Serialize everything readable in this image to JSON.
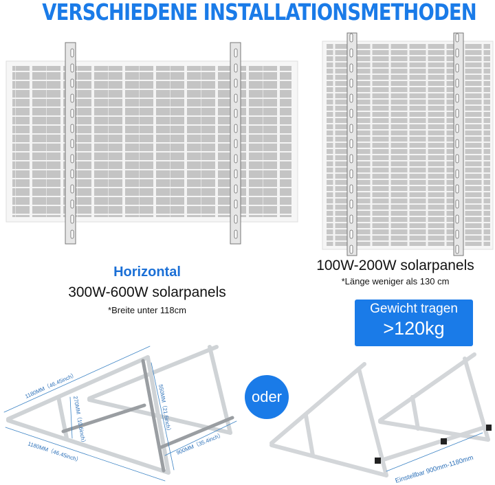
{
  "title": "VERSCHIEDENE INSTALLATIONSMETHODEN",
  "horizontal": {
    "label": "Horizontal",
    "wattage": "300W-600W solarpanels",
    "note": "*Breite unter 118cm"
  },
  "vertical": {
    "wattage": "100W-200W solarpanels",
    "note": "*Länge weniger als 130 cm"
  },
  "weight_badge": {
    "line1": "Gewicht tragen",
    "line2": ">120kg"
  },
  "oder": "oder",
  "dimensions": {
    "top_length": "1180MM（46.45inch）",
    "bottom_length": "1180MM（46.45inch）",
    "short_leg": "270MM（10.6inch）",
    "long_leg": "550MM（21.6inch）",
    "width": "900MM（35.4inch）",
    "adjustable": "Einstellbar 900mm-1180mm"
  },
  "colors": {
    "accent": "#1a7be8",
    "panel": "#c8c8c8",
    "rail": "#d8d8d8"
  }
}
